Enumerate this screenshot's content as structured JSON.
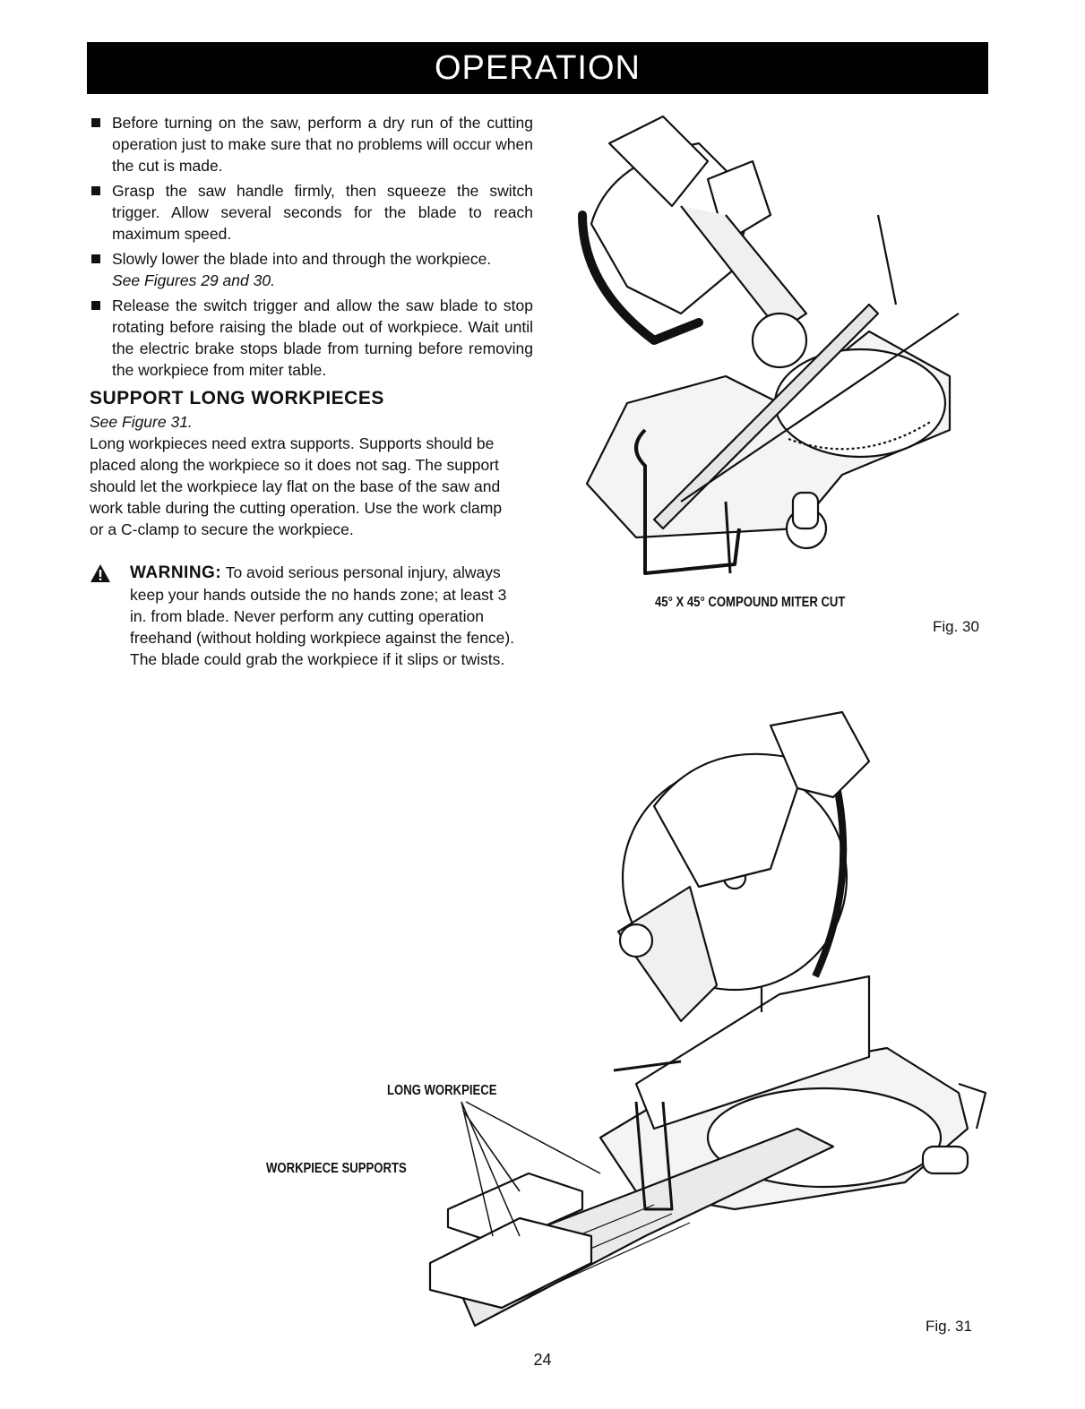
{
  "header": {
    "title": "OPERATION"
  },
  "bullets": [
    {
      "text": "Before turning on the saw, perform a dry run of the cutting operation just to make sure that no problems will occur when the cut is made.",
      "ref": ""
    },
    {
      "text": "Grasp the saw handle firmly, then squeeze the switch trigger. Allow several seconds for the blade to reach maximum speed.",
      "ref": ""
    },
    {
      "text": "Slowly lower the blade into and through the workpiece.",
      "ref": "See Figures 29 and 30."
    },
    {
      "text": "Release the switch trigger and allow the saw blade to stop rotating before raising the blade out of workpiece. Wait until the electric brake stops blade from turning before removing the workpiece from miter table.",
      "ref": ""
    }
  ],
  "section": {
    "title": "SUPPORT LONG WORKPIECES",
    "see_figure": "See Figure 31.",
    "paragraph": "Long workpieces need extra supports. Supports should be placed along the workpiece so it does not sag. The support should let the workpiece lay flat on the base of the saw and work table during the cutting operation. Use the work clamp or a C-clamp to secure the workpiece."
  },
  "warning": {
    "label": "WARNING:",
    "text": " To avoid serious personal injury, always keep your hands outside the no hands zone; at least 3 in. from blade. Never perform any cutting operation freehand (without holding workpiece against the fence). The blade could grab the workpiece if it slips or twists."
  },
  "figures": {
    "fig30": {
      "caption": "45° X 45° COMPOUND MITER CUT",
      "label": "Fig. 30"
    },
    "fig31": {
      "label_long": "LONG WORKPIECE",
      "label_supports": "WORKPIECE SUPPORTS",
      "label": "Fig. 31"
    }
  },
  "page_number": "24"
}
